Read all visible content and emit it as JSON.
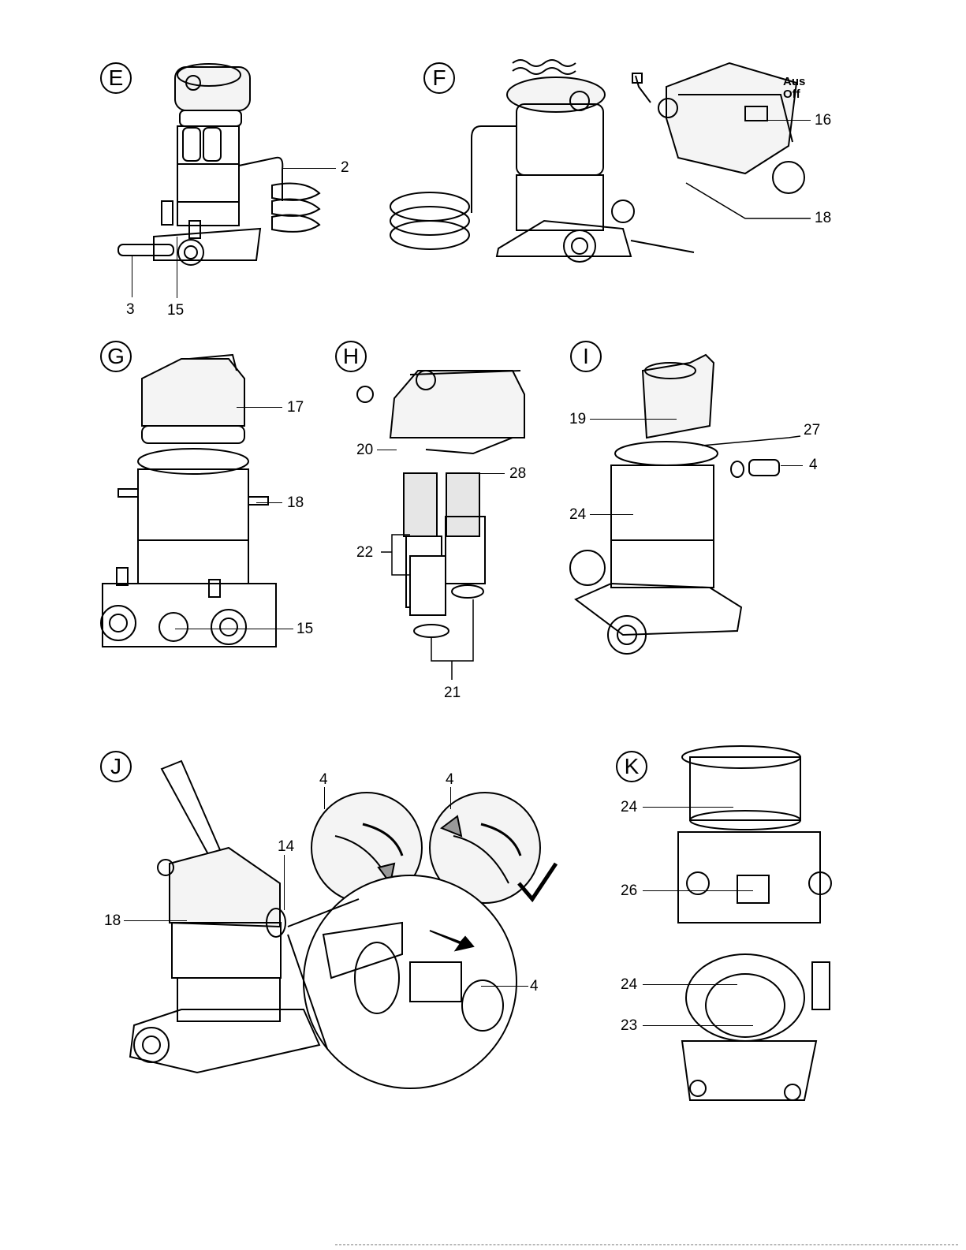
{
  "panels": {
    "E": {
      "letter": "E",
      "labels": {
        "l2": "2",
        "l3": "3",
        "l15": "15"
      }
    },
    "F": {
      "letter": "F",
      "labels": {
        "l16": "16",
        "l18": "18"
      },
      "switch_on": "Aus",
      "switch_off": "Off"
    },
    "G": {
      "letter": "G",
      "labels": {
        "l17": "17",
        "l18": "18",
        "l15": "15"
      }
    },
    "H": {
      "letter": "H",
      "labels": {
        "l20": "20",
        "l28": "28",
        "l22": "22",
        "l21": "21"
      }
    },
    "I": {
      "letter": "I",
      "labels": {
        "l19": "19",
        "l27": "27",
        "l4": "4",
        "l24": "24"
      }
    },
    "J": {
      "letter": "J",
      "labels": {
        "l4a": "4",
        "l4b": "4",
        "l14": "14",
        "l18": "18",
        "l4c": "4"
      }
    },
    "K": {
      "letter": "K",
      "labels": {
        "l24a": "24",
        "l26": "26",
        "l24b": "24",
        "l23": "23"
      }
    }
  },
  "colors": {
    "line": "#000000",
    "shade": "#c8c8c8",
    "light": "#e6e6e6"
  }
}
